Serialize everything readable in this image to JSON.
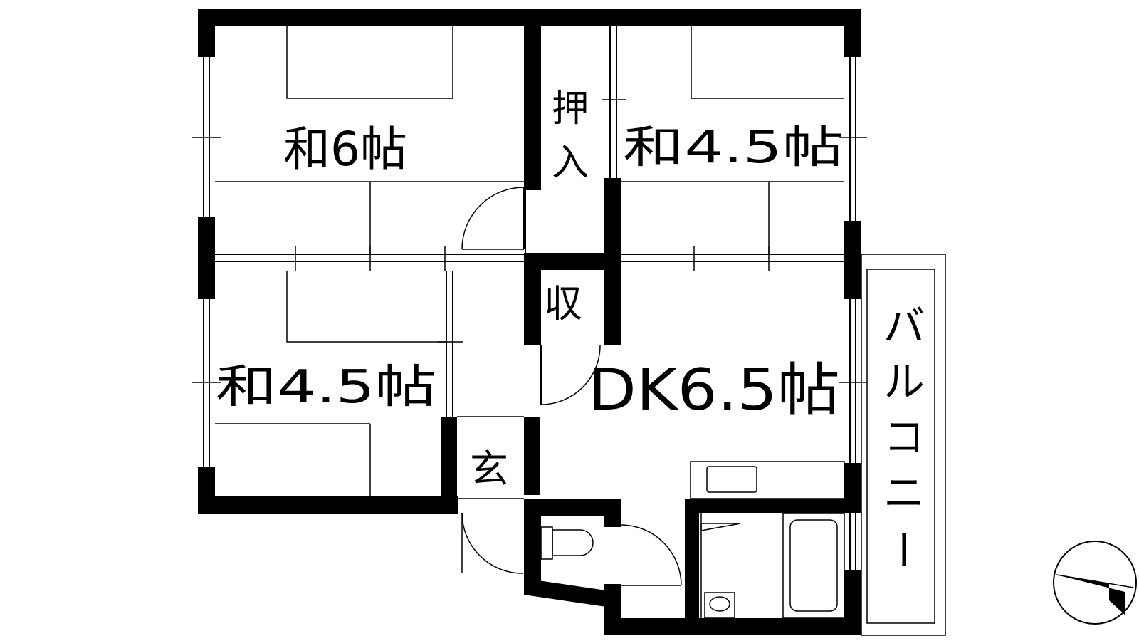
{
  "rooms": {
    "washitsu_6": "和6帖",
    "oshiire": [
      "押",
      "入"
    ],
    "washitsu_45_top": "和4.5帖",
    "shuno": "収",
    "washitsu_45_bottom": "和4.5帖",
    "dk": "DK6.5帖",
    "genkan": "玄",
    "balcony": [
      "バ",
      "ル",
      "コ",
      "ニ",
      "ー"
    ]
  },
  "icons": {
    "compass": "north-arrow-icon",
    "toilet": "toilet-icon",
    "bathtub": "bathtub-icon",
    "sink": "washbasin-icon",
    "kitchen": "kitchen-sink-icon"
  },
  "colors": {
    "line": "#000000",
    "background": "#ffffff"
  }
}
